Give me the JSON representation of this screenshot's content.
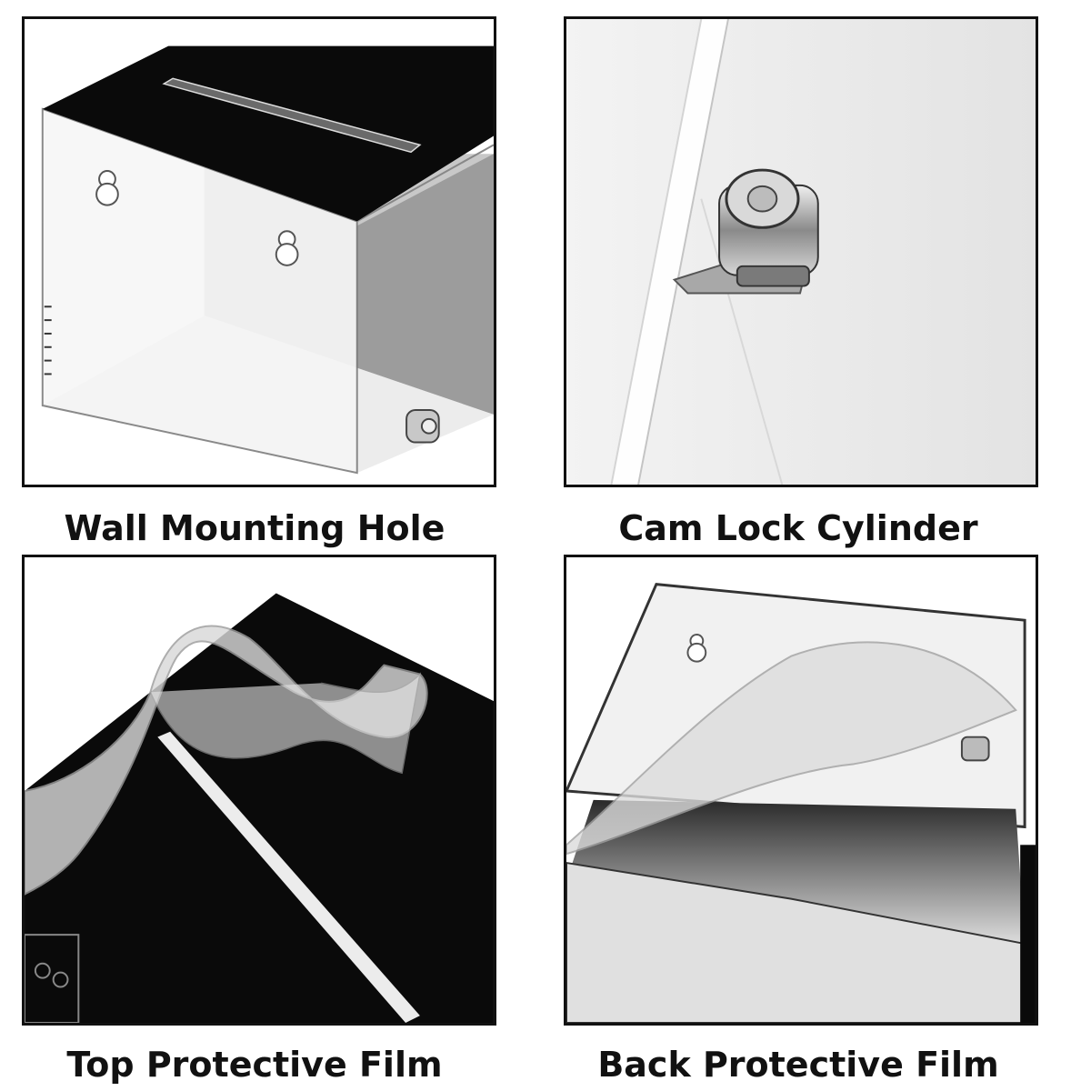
{
  "captions": {
    "wall_mounting_hole": "Wall Mounting Hole",
    "cam_lock_cylinder": "Cam Lock Cylinder",
    "top_protective_film": "Top Protective Film",
    "back_protective_film": "Back Protective Film"
  },
  "colors": {
    "border": "#111111",
    "caption_text": "#111111",
    "acrylic_black": "#0a0a0a",
    "background": "#ffffff"
  }
}
